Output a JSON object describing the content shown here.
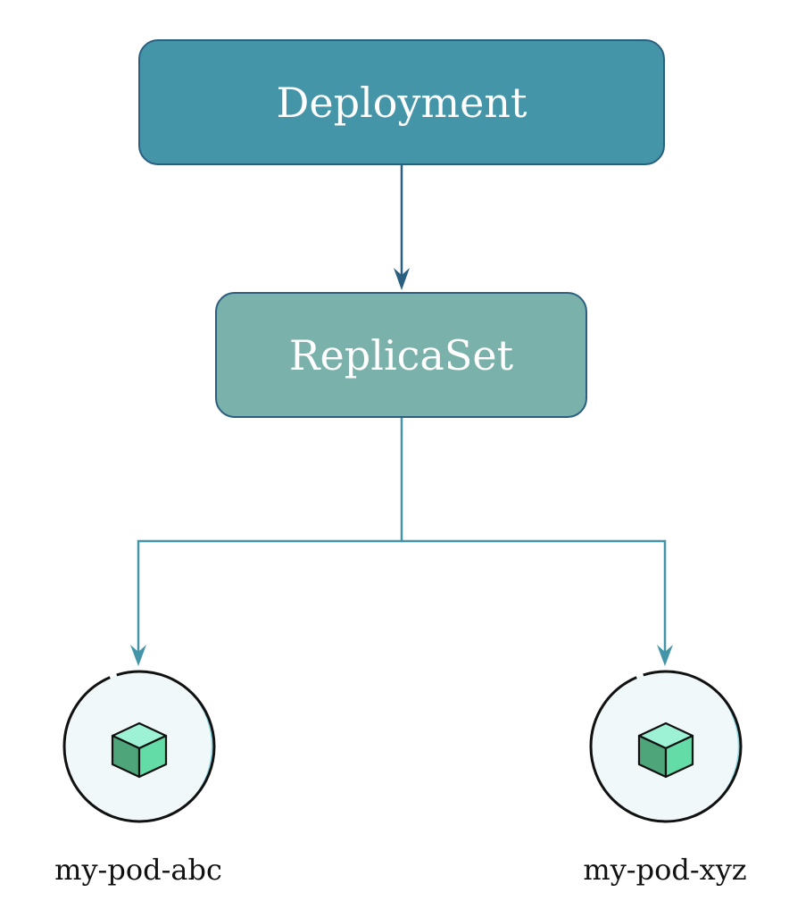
{
  "nodes": {
    "deployment": {
      "label": "Deployment",
      "color": "#4395a7"
    },
    "replicaset": {
      "label": "ReplicaSet",
      "color": "#7bb1ab"
    }
  },
  "pods": [
    {
      "label": "my-pod-abc",
      "icon": "cube-icon"
    },
    {
      "label": "my-pod-xyz",
      "icon": "cube-icon"
    }
  ],
  "colors": {
    "border": "#2a5f80",
    "connector_primary": "#2a5f80",
    "connector_secondary": "#4395a7",
    "pod_fill": "#f0f8fa",
    "pod_accent": "#8dd7e0",
    "cube_light": "#9df2d6",
    "cube_mid": "#64dca8",
    "cube_dark": "#4fa57a"
  }
}
